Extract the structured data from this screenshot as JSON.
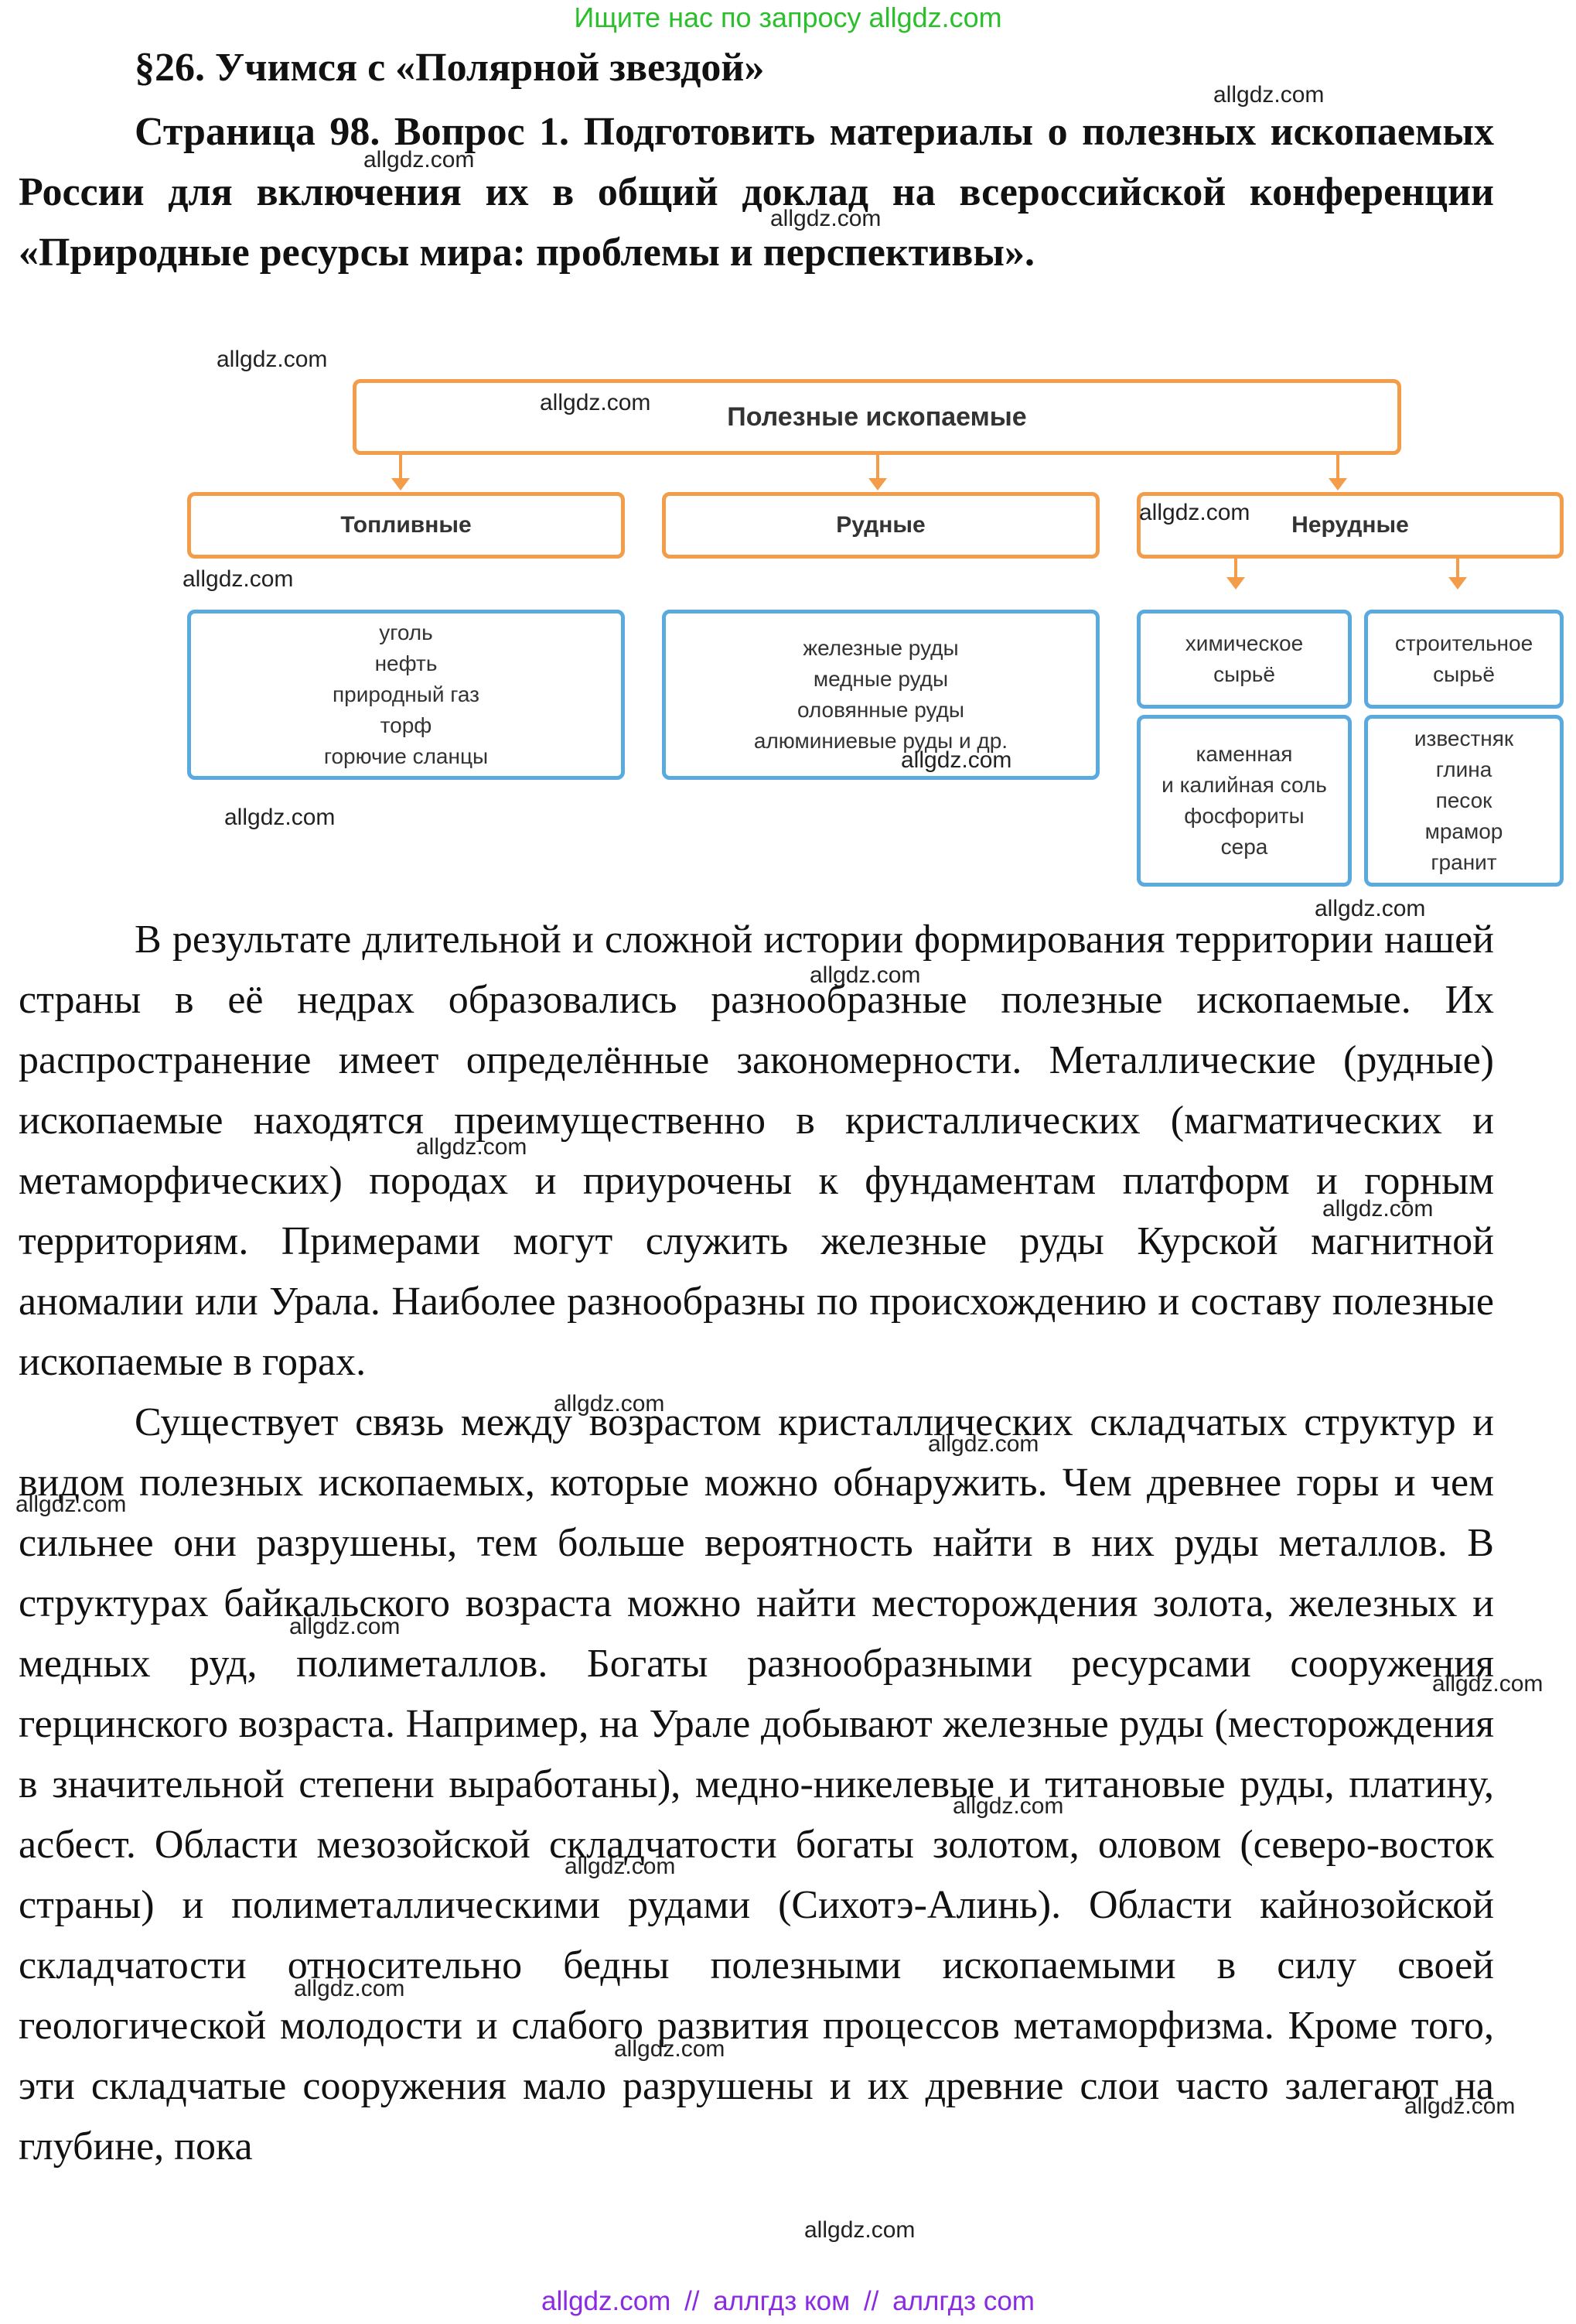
{
  "banner_top": "Ищите нас по запросу allgdz.com",
  "paragraph_title": "§26. Учимся с «Полярной звездой»",
  "question": "Страница 98. Вопрос 1. Подготовить материалы о полезных ископаемых России для включения их в общий доклад на всероссийской конференции «Природные ресурсы мира: проблемы и перспективы».",
  "diagram": {
    "root": "Полезные ископаемые",
    "fuel": {
      "title": "Топливные",
      "items": "уголь\nнефть\nприродный газ\nторф\nгорючие сланцы"
    },
    "ore": {
      "title": "Рудные",
      "items": "железные руды\nмедные руды\nоловянные руды\nалюминиевые руды и др."
    },
    "nonmetal": {
      "title": "Нерудные",
      "chemical": {
        "title": "химическое\nсырьё",
        "items": "каменная\nи калийная соль\nфосфориты\nсера"
      },
      "building": {
        "title": "строительное\nсырьё",
        "items": "известняк\nглина\nпесок\nмрамор\nгранит"
      }
    }
  },
  "paragraphs": [
    "В результате длительной и сложной истории формирования территории нашей страны в её недрах образовались разнообразные полезные ископаемые. Их распространение имеет определённые закономерности. Металлические (рудные) ископаемые находятся преимущественно в кристаллических (магматических и метаморфических) породах и приурочены к фундаментам платформ и горным территориям. Примерами могут служить железные руды Курской магнитной аномалии или Урала. Наиболее разнообразны по происхождению и составу полезные ископаемые в горах.",
    "Существует связь между возрастом кристаллических складчатых структур и видом полезных ископаемых, которые можно обнаружить. Чем древнее горы и чем сильнее они разрушены, тем больше вероятность найти в них руды металлов. В структурах байкальского возраста можно найти месторождения золота, железных и медных руд, полиметаллов. Богаты разнообразными ресурсами сооружения герцинского возраста. Например, на Урале добывают железные руды (месторождения в значительной степени выработаны), медно-никелевые и титановые руды, платину, асбест. Области мезозойской складчатости богаты золотом, оловом (северо-восток страны) и полиметаллическими рудами (Сихотэ-Алинь). Области кайнозойской складчатости относительно бедны полезными ископаемыми в силу своей геологической молодости и слабого развития процессов метаморфизма. Кроме того, эти складчатые сооружения мало разрушены и их древние слои часто залегают на глубине, пока"
  ],
  "watermark": "allgdz.com",
  "banner_bottom": [
    "allgdz.com",
    "//",
    "аллгдз ком",
    "//",
    "аллгдз com"
  ],
  "colors": {
    "banner_top": "#2bbf2b",
    "banner_bottom": "#8a2be2",
    "orange_border": "#f39c4a",
    "blue_border": "#5aa9df"
  }
}
